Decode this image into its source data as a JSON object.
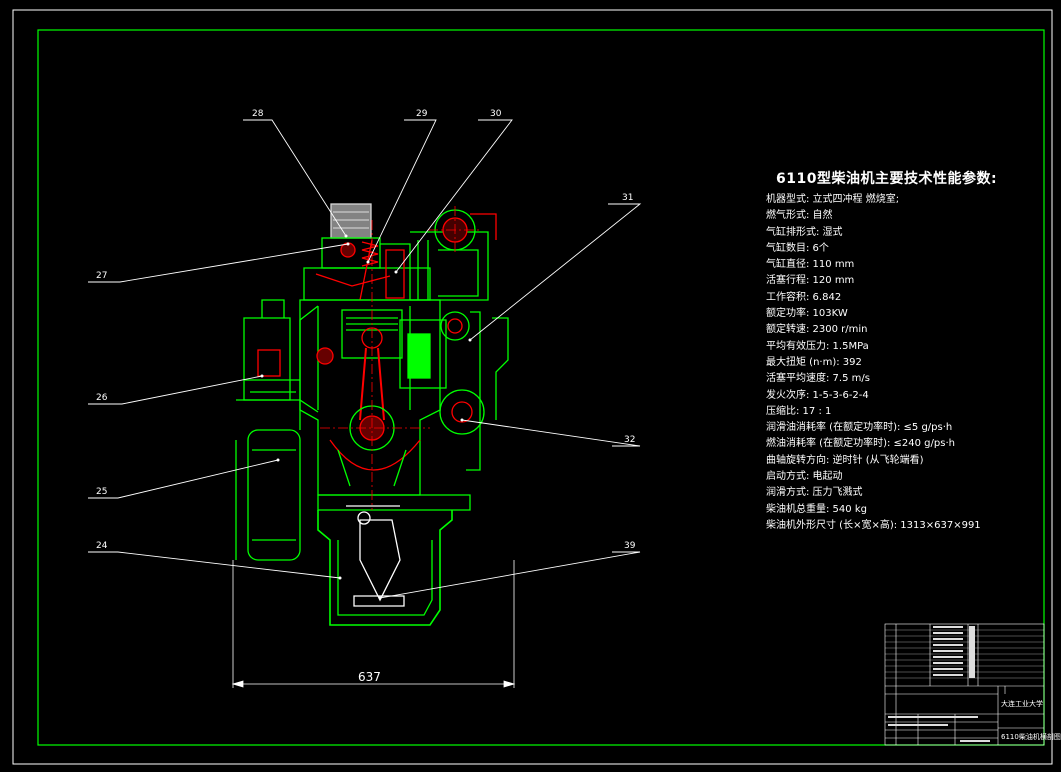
{
  "callouts": [
    "28",
    "29",
    "30",
    "31",
    "27",
    "26",
    "25",
    "24",
    "32",
    "39"
  ],
  "dimension": "637",
  "specs": {
    "title": "6110型柴油机主要技术性能参数:",
    "rows": [
      "机器型式: 立式四冲程 燃烧室;",
      "燃气形式: 自然",
      "气缸排形式: 湿式",
      "气缸数目: 6个",
      "气缸直径: 110 mm",
      "活塞行程: 120 mm",
      "工作容积: 6.842",
      "额定功率: 103KW",
      "额定转速: 2300 r/min",
      "平均有效压力: 1.5MPa",
      "最大扭矩 (n·m): 392",
      "活塞平均速度: 7.5 m/s",
      "发火次序: 1-5-3-6-2-4",
      "压缩比: 17 : 1",
      "润滑油消耗率 (在额定功率时): ≤5 g/ps·h",
      "燃油消耗率 (在额定功率时): ≤240 g/ps·h",
      "曲轴旋转方向: 逆时针 (从飞轮端看)",
      "启动方式: 电起动",
      "润滑方式: 压力飞溅式",
      "柴油机总重量: 540 kg",
      "柴油机外形尺寸 (长×宽×高): 1313×637×991"
    ]
  },
  "title_block": {
    "school": "大连工业大学",
    "drawing_name": "6110柴油机横剖图"
  },
  "colors": {
    "background": "#000000",
    "frame": "#00ff00",
    "leader": "#ffffff",
    "part": "#00ff00",
    "accent": "#ff0000"
  }
}
